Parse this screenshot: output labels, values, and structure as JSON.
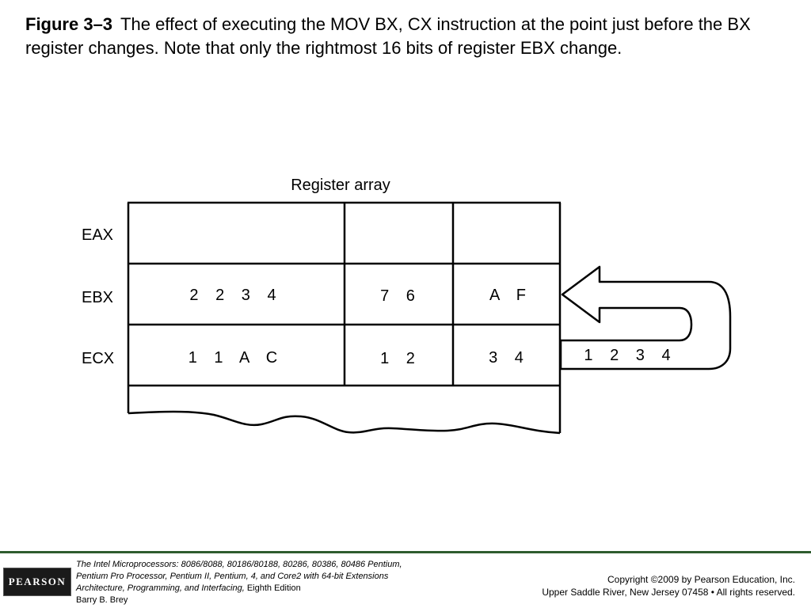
{
  "caption": {
    "figure_number": "Figure 3–3",
    "text": "The effect of executing the MOV BX, CX instruction at the point just before the BX register changes. Note that only the rightmost 16 bits of register EBX change."
  },
  "diagram": {
    "title": "Register array",
    "rows": [
      {
        "label": "EAX",
        "cells": [
          "",
          "",
          ""
        ]
      },
      {
        "label": "EBX",
        "cells": [
          "2 2 3 4",
          "7 6",
          "A F"
        ]
      },
      {
        "label": "ECX",
        "cells": [
          "1 1 A C",
          "1 2",
          "3 4"
        ]
      }
    ],
    "transfer_value": "1 2 3 4"
  },
  "footer": {
    "logo": "PEARSON",
    "book_title": "The Intel Microprocessors:",
    "book_line1_rest": "8086/8088, 80186/80188, 80286, 80386, 80486 Pentium,",
    "book_line2": "Pentium Pro Processor, Pentium II, Pentium, 4, and Core2 with 64-bit Extensions",
    "book_line3": "Architecture, Programming, and Interfacing,",
    "book_edition": "Eighth Edition",
    "author": "Barry B. Brey",
    "copyright": "Copyright ©2009 by Pearson Education, Inc.",
    "address": "Upper Saddle River, New Jersey 07458 • All rights reserved."
  }
}
